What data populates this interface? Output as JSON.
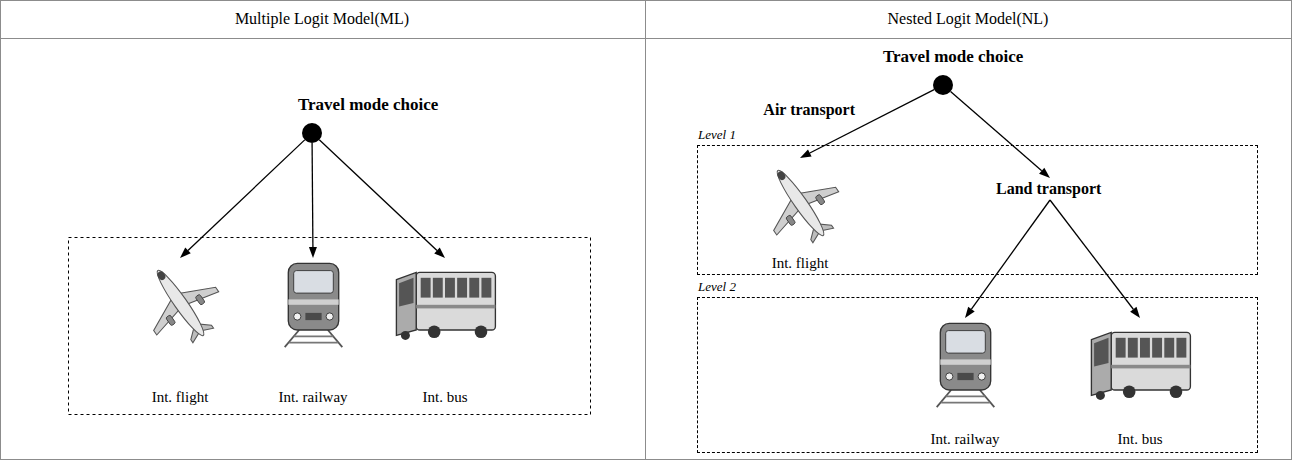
{
  "diagram": {
    "nodes": [
      {
        "text": [
          "Travel mode choice"
        ]
      },
      {
        "text": [
          "Int. flight"
        ]
      },
      {
        "text": [
          "Int. railway"
        ]
      },
      {
        "text": [
          "Int. bus"
        ]
      },
      {
        "text": [
          "Travel mode choice"
        ]
      },
      {
        "text": [
          "Level 1"
        ]
      },
      {
        "text": [
          "Int. flight"
        ],
        "in": 5
      },
      {
        "text": [
          "Land transport"
        ],
        "in": 5
      },
      {
        "text": [
          "Level 2"
        ]
      },
      {
        "text": [
          "Int. railway"
        ],
        "in": 8
      },
      {
        "text": [
          "Int. bus"
        ],
        "in": 8
      }
    ],
    "edges": [
      {
        "from": 0,
        "to": 1,
        "arrow": "to"
      },
      {
        "from": 0,
        "to": 2,
        "arrow": "to"
      },
      {
        "from": 0,
        "to": 3,
        "arrow": "to"
      },
      {
        "from": 4,
        "to": 6,
        "arrow": "to",
        "label": "Air transport"
      },
      {
        "from": 4,
        "to": 7,
        "arrow": "to"
      },
      {
        "from": 7,
        "to": 9,
        "arrow": "to"
      },
      {
        "from": 7,
        "to": 10,
        "arrow": "to"
      }
    ],
    "labels": [
      "Multiple Logit Model(ML)",
      "Nested Logit Model(NL)"
    ]
  }
}
